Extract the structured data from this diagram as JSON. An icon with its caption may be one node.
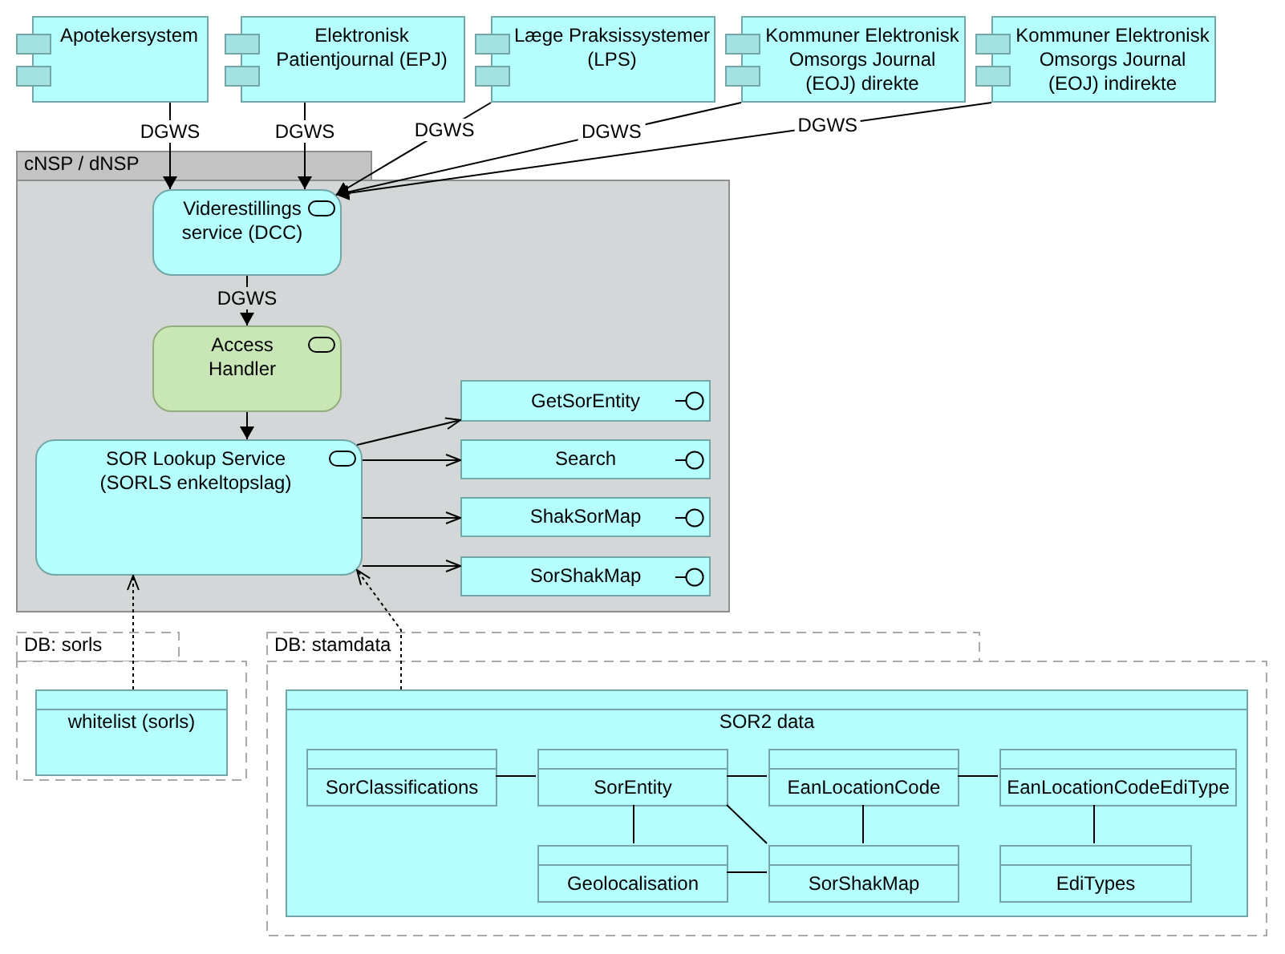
{
  "diagram": {
    "nodes": [
      {
        "text": [
          "Apotekersystem"
        ]
      },
      {
        "text": [
          "Elektronisk Patientjournal (EPJ)"
        ]
      },
      {
        "text": [
          "Læge Praksissystemer (LPS)"
        ]
      },
      {
        "text": [
          "Kommuner Elektronisk Omsorgs Journal (EOJ) direkte"
        ]
      },
      {
        "text": [
          "Kommuner Elektronisk Omsorgs Journal (EOJ) indirekte"
        ]
      },
      {
        "text": [
          "cNSP / dNSP"
        ]
      },
      {
        "text": [
          "Viderestillings service (DCC)"
        ],
        "in": 5
      },
      {
        "text": [
          "Access Handler"
        ],
        "in": 5
      },
      {
        "text": [
          "SOR Lookup Service (SORLS enkeltopslag)"
        ],
        "in": 5
      },
      {
        "text": [
          "GetSorEntity"
        ],
        "in": 5
      },
      {
        "text": [
          "Search"
        ],
        "in": 5
      },
      {
        "text": [
          "ShakSorMap"
        ],
        "in": 5
      },
      {
        "text": [
          "SorShakMap"
        ],
        "in": 5
      },
      {
        "text": [
          "DB: sorls"
        ]
      },
      {
        "text": [
          "whitelist (sorls)"
        ],
        "in": 13
      },
      {
        "text": [
          "DB: stamdata"
        ]
      },
      {
        "text": [
          "SOR2 data"
        ],
        "in": 15
      },
      {
        "text": [
          "SorClassifications"
        ],
        "in": 16
      },
      {
        "text": [
          "SorEntity"
        ],
        "in": 16
      },
      {
        "text": [
          "EanLocationCode"
        ],
        "in": 16
      },
      {
        "text": [
          "EanLocationCodeEdiType"
        ],
        "in": 16
      },
      {
        "text": [
          "Geolocalisation"
        ],
        "in": 16
      },
      {
        "text": [
          "SorShakMap"
        ],
        "in": 16
      },
      {
        "text": [
          "EdiTypes"
        ],
        "in": 16
      }
    ],
    "edges": [
      {
        "from": 0,
        "to": 6,
        "arrow": "to",
        "label": "DGWS"
      },
      {
        "from": 1,
        "to": 6,
        "arrow": "to",
        "label": "DGWS"
      },
      {
        "from": 2,
        "to": 6,
        "arrow": "to",
        "label": "DGWS"
      },
      {
        "from": 3,
        "to": 6,
        "arrow": "to",
        "label": "DGWS"
      },
      {
        "from": 4,
        "to": 6,
        "arrow": "to",
        "label": "DGWS"
      },
      {
        "from": 6,
        "to": 7,
        "arrow": "to",
        "label": "DGWS"
      },
      {
        "from": 7,
        "to": 8,
        "arrow": "to"
      },
      {
        "from": 8,
        "to": 9,
        "arrow": "to"
      },
      {
        "from": 8,
        "to": 10,
        "arrow": "to"
      },
      {
        "from": 8,
        "to": 11,
        "arrow": "to"
      },
      {
        "from": 8,
        "to": 12,
        "arrow": "to"
      },
      {
        "from": 14,
        "to": 8,
        "arrow": "to",
        "style": "dashed"
      },
      {
        "from": 16,
        "to": 8,
        "arrow": "to",
        "style": "dashed"
      },
      {
        "from": 17,
        "to": 18,
        "arrow": "none"
      },
      {
        "from": 18,
        "to": 19,
        "arrow": "none"
      },
      {
        "from": 19,
        "to": 20,
        "arrow": "none"
      },
      {
        "from": 18,
        "to": 21,
        "arrow": "none"
      },
      {
        "from": 18,
        "to": 22,
        "arrow": "none"
      },
      {
        "from": 19,
        "to": 22,
        "arrow": "none"
      },
      {
        "from": 21,
        "to": 22,
        "arrow": "none"
      },
      {
        "from": 20,
        "to": 23,
        "arrow": "none"
      }
    ]
  }
}
